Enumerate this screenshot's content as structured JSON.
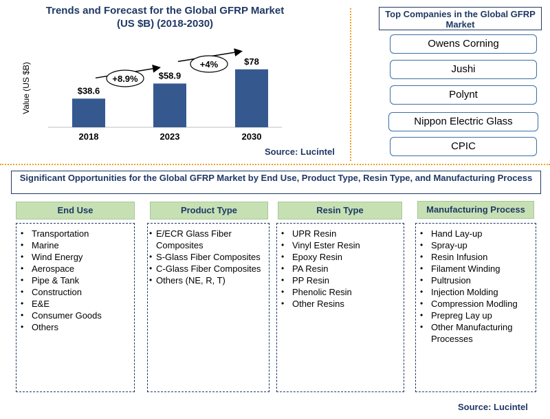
{
  "chart_data": {
    "type": "bar",
    "title": "Trends and Forecast for the Global GFRP Market (US $B) (2018-2030)",
    "title_lines": [
      "Trends and Forecast for the Global GFRP Market",
      "(US $B) (2018-2030)"
    ],
    "ylabel": "Value (US $B)",
    "categories": [
      "2018",
      "2023",
      "2030"
    ],
    "values": [
      38.6,
      58.9,
      78
    ],
    "value_labels": [
      "$38.6",
      "$58.9",
      "$78"
    ],
    "growth_labels": [
      "+8.9%",
      "+4%"
    ],
    "ylim": [
      0,
      100
    ],
    "bar_color": "#35598f",
    "grid": false
  },
  "chart_source": "Source: Lucintel",
  "companies": {
    "title": "Top Companies in the Global GFRP Market",
    "items": [
      "Owens Corning",
      "Jushi",
      "Polynt",
      "Nippon Electric Glass",
      "CPIC"
    ]
  },
  "opportunities": {
    "title": "Significant Opportunities for the Global GFRP Market  by End Use, Product Type, Resin Type, and Manufacturing Process",
    "categories": [
      {
        "heading": "End Use",
        "items": [
          "Transportation",
          "Marine",
          "Wind Energy",
          "Aerospace",
          "Pipe & Tank",
          "Construction",
          "E&E",
          "Consumer Goods",
          "Others"
        ]
      },
      {
        "heading": "Product Type",
        "items": [
          "E/ECR Glass Fiber Composites",
          "S-Glass Fiber Composites",
          "C-Glass Fiber Composites",
          "Others (NE, R, T)"
        ]
      },
      {
        "heading": "Resin Type",
        "items": [
          "UPR Resin",
          "Vinyl Ester Resin",
          "Epoxy Resin",
          "PA Resin",
          "PP Resin",
          "Phenolic Resin",
          "Other Resins"
        ]
      },
      {
        "heading": "Manufacturing Process",
        "items": [
          "Hand Lay-up",
          "Spray-up",
          "Resin Infusion",
          "Filament Winding",
          "Pultrusion",
          "Injection Molding",
          "Compression Modling",
          "Prepreg  Lay up",
          "Other Manufacturing Processes"
        ]
      }
    ]
  },
  "bottom_source": "Source: Lucintel",
  "colors": {
    "title": "#1f3864",
    "category_header": "#c6e0b4",
    "separator": "#f0a020"
  }
}
